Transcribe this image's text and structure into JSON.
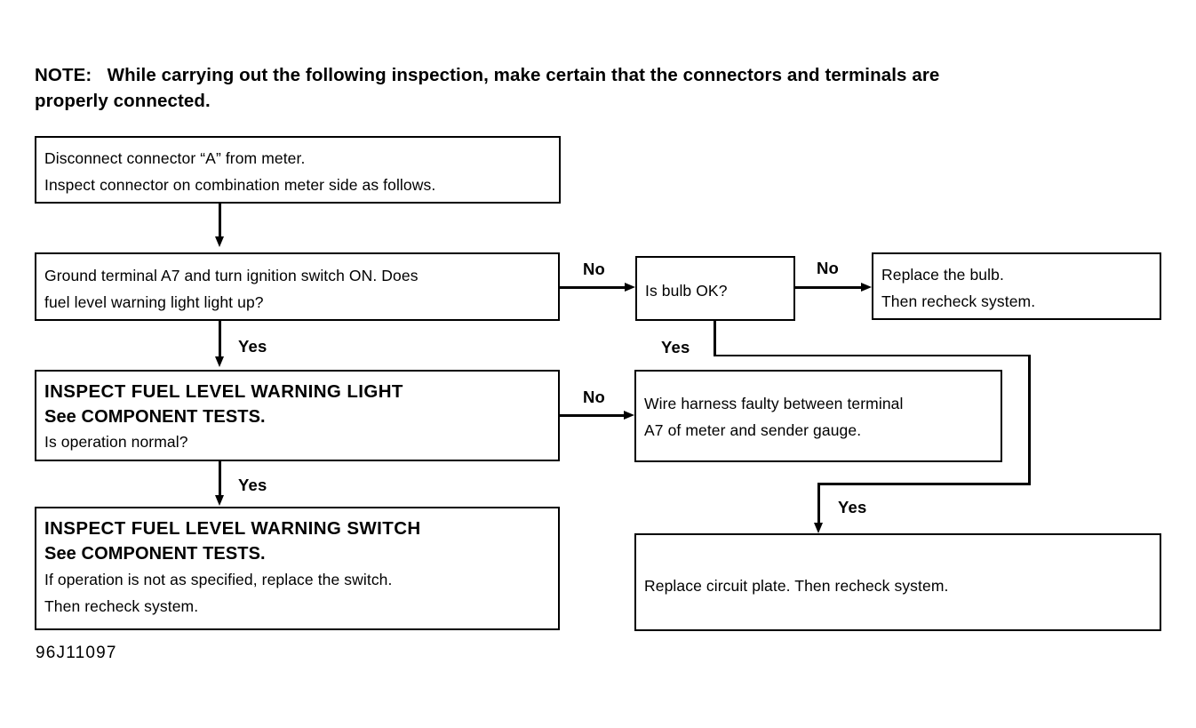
{
  "document": {
    "note": "NOTE:   While carrying out the following inspection, make certain that the connectors and terminals are\nproperly connected.",
    "figure_code": "96J11097"
  },
  "chart_data": {
    "type": "diagram",
    "title": "Fuel level warning light troubleshooting flowchart",
    "nodes": [
      {
        "id": "disconnect",
        "lines": [
          "Disconnect connector “A” from meter.",
          "Inspect connector on combination meter side as follows."
        ]
      },
      {
        "id": "ground-a7",
        "lines": [
          "Ground terminal A7 and turn ignition switch ON. Does",
          "fuel level warning light light up?"
        ]
      },
      {
        "id": "is-bulb-ok",
        "lines": [
          "Is bulb OK?"
        ]
      },
      {
        "id": "replace-bulb",
        "lines": [
          "Replace the bulb.",
          "Then recheck system."
        ]
      },
      {
        "id": "inspect-light",
        "lines": [
          "INSPECT FUEL LEVEL WARNING LIGHT",
          "See COMPONENT TESTS.",
          "Is operation normal?"
        ]
      },
      {
        "id": "wire-harness",
        "lines": [
          "Wire harness faulty between terminal",
          "A7 of meter and sender gauge."
        ]
      },
      {
        "id": "inspect-switch",
        "lines": [
          "INSPECT FUEL LEVEL WARNING SWITCH",
          "See COMPONENT TESTS.",
          "If operation is not as specified, replace the switch.",
          "Then recheck system."
        ]
      },
      {
        "id": "replace-plate",
        "lines": [
          "Replace circuit plate. Then recheck system."
        ]
      }
    ],
    "edges": [
      {
        "from": "disconnect",
        "to": "ground-a7",
        "label": ""
      },
      {
        "from": "ground-a7",
        "to": "is-bulb-ok",
        "label": "No"
      },
      {
        "from": "ground-a7",
        "to": "inspect-light",
        "label": "Yes"
      },
      {
        "from": "is-bulb-ok",
        "to": "replace-bulb",
        "label": "No"
      },
      {
        "from": "is-bulb-ok",
        "to": "replace-plate",
        "label": "Yes"
      },
      {
        "from": "inspect-light",
        "to": "wire-harness",
        "label": "No"
      },
      {
        "from": "inspect-light",
        "to": "inspect-switch",
        "label": "Yes"
      }
    ]
  },
  "boxes": {
    "disconnect": {
      "line1": "Disconnect connector “A” from meter.",
      "line2": "Inspect connector on combination meter side as follows."
    },
    "ground_a7": {
      "line1": "Ground terminal A7 and turn ignition switch ON. Does",
      "line2": "fuel level warning light light up?"
    },
    "is_bulb_ok": {
      "line1": "Is bulb OK?"
    },
    "replace_bulb": {
      "line1": "Replace the bulb.",
      "line2": "Then recheck system."
    },
    "inspect_light": {
      "line1": "INSPECT FUEL LEVEL WARNING LIGHT",
      "line2": "See COMPONENT TESTS.",
      "line3": "Is operation normal?"
    },
    "wire_harness": {
      "line1": "Wire harness faulty between terminal",
      "line2": "A7 of meter and sender gauge."
    },
    "inspect_switch": {
      "line1": "INSPECT FUEL LEVEL WARNING SWITCH",
      "line2": "See COMPONENT TESTS.",
      "line3": "If operation is not as specified, replace the switch.",
      "line4": "Then recheck system."
    },
    "replace_plate": {
      "line1": "Replace circuit plate. Then recheck system."
    }
  },
  "edge_labels": {
    "no_bulb": "No",
    "no_replace_bulb": "No",
    "yes_bulb": "Yes",
    "yes_light": "Yes",
    "no_wire": "No",
    "yes_switch": "Yes",
    "yes_plate": "Yes"
  },
  "colors": {
    "ink": "#000000",
    "paper": "#ffffff"
  }
}
